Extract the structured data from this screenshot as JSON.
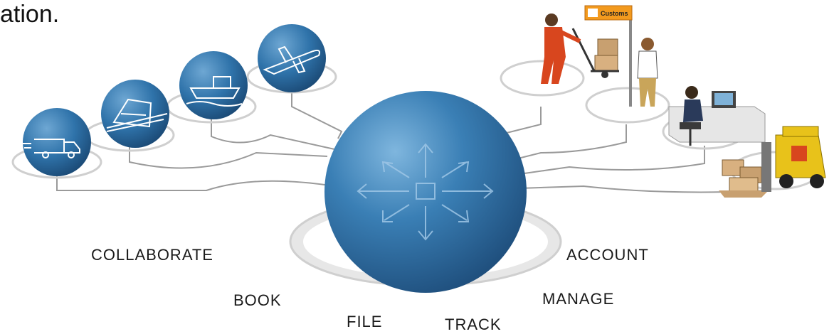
{
  "caption": "ation.",
  "center_hub": {
    "icon": "arrows-all-directions-icon",
    "color": "#3a7fb5"
  },
  "left_nodes": [
    {
      "name": "truck-icon"
    },
    {
      "name": "train-icon"
    },
    {
      "name": "ship-icon"
    },
    {
      "name": "airplane-icon"
    }
  ],
  "right_nodes": [
    {
      "name": "worker-hand-truck-illustration"
    },
    {
      "name": "customs-officer-illustration",
      "sign_text": "Customs"
    },
    {
      "name": "office-worker-desk-illustration"
    },
    {
      "name": "forklift-boxes-illustration"
    }
  ],
  "labels": {
    "collaborate": "COLLABORATE",
    "book": "BOOK",
    "file": "FILE",
    "track": "TRACK",
    "manage": "MANAGE",
    "account": "ACCOUNT"
  },
  "colors": {
    "sphere": "#3a7fb5",
    "sphere_dark": "#1f5a8c",
    "line": "#9a9a9a",
    "ring": "#cfcfcf",
    "forklift": "#e8c21a",
    "customs_sign": "#f39a1e"
  }
}
